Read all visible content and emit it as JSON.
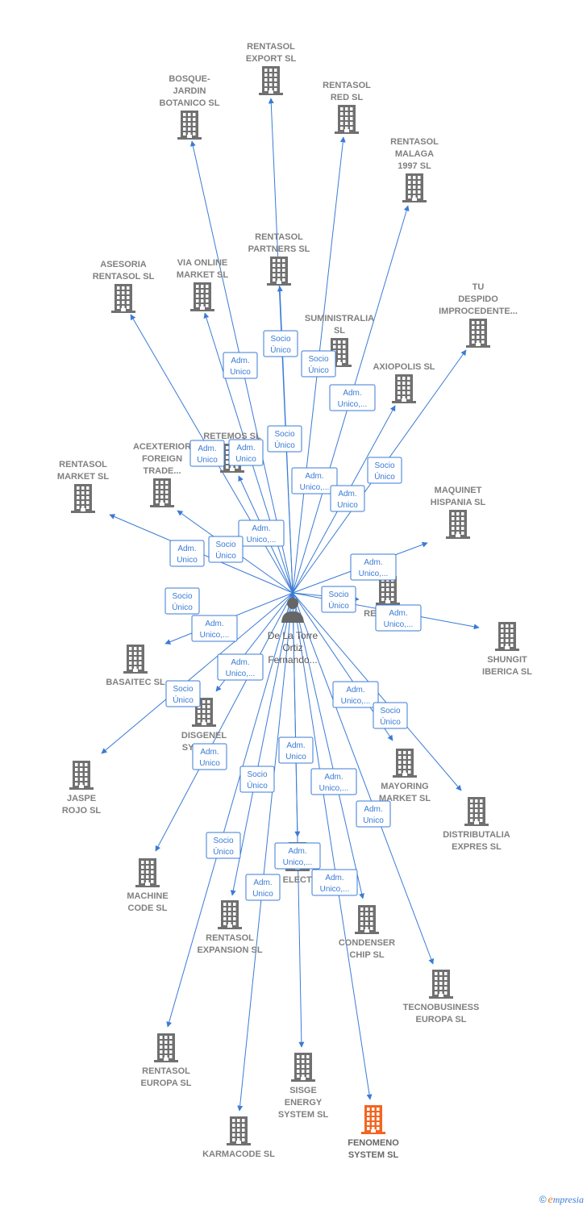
{
  "colors": {
    "edge": "#3a7bd5",
    "building": "#707070",
    "highlight": "#f26522",
    "person": "#666666"
  },
  "center": {
    "name": [
      "De La Torre",
      "Ortiz",
      "Fernando..."
    ],
    "icon": "person-icon"
  },
  "nodes": [
    {
      "id": "rentasol-export",
      "label": [
        "RENTASOL",
        "EXPORT  SL"
      ]
    },
    {
      "id": "bosque-jardin",
      "label": [
        "BOSQUE-",
        "JARDIN",
        "BOTANICO SL"
      ]
    },
    {
      "id": "rentasol-red",
      "label": [
        "RENTASOL",
        "RED  SL"
      ]
    },
    {
      "id": "rentasol-malaga",
      "label": [
        "RENTASOL",
        "MALAGA",
        "1997  SL"
      ]
    },
    {
      "id": "rentasol-partners",
      "label": [
        "RENTASOL",
        "PARTNERS  SL"
      ]
    },
    {
      "id": "asesoria-rentasol",
      "label": [
        "ASESORIA",
        "RENTASOL SL"
      ]
    },
    {
      "id": "via-online",
      "label": [
        "VIA ONLINE",
        "MARKET SL"
      ]
    },
    {
      "id": "tu-despido",
      "label": [
        "TU",
        "DESPIDO",
        "IMPROCEDENTE..."
      ]
    },
    {
      "id": "suministralia",
      "label": [
        "SUMINISTRALIA",
        "SL"
      ]
    },
    {
      "id": "axiopolis",
      "label": [
        "AXIOPOLIS SL"
      ]
    },
    {
      "id": "retemos",
      "label": [
        "RETEMOS  SL"
      ]
    },
    {
      "id": "acexterior",
      "label": [
        "ACEXTERIOR",
        "FOREIGN",
        "TRADE..."
      ]
    },
    {
      "id": "rentasol-market",
      "label": [
        "RENTASOL",
        "MARKET  SL"
      ]
    },
    {
      "id": "maquinet",
      "label": [
        "MAQUINET",
        "HISPANIA  SL"
      ]
    },
    {
      "id": "rentasol-sl",
      "label": [
        "RENTASOL",
        "SL"
      ]
    },
    {
      "id": "shungit",
      "label": [
        "SHUNGIT",
        "IBERICA  SL"
      ]
    },
    {
      "id": "basaitec",
      "label": [
        "BASAITEC  SL"
      ]
    },
    {
      "id": "disgenel",
      "label": [
        "DISGENEL",
        "SYSTEM..."
      ]
    },
    {
      "id": "jaspe-rojo",
      "label": [
        "JASPE",
        "ROJO  SL"
      ]
    },
    {
      "id": "mayoring",
      "label": [
        "MAYORING",
        "MARKET  SL"
      ]
    },
    {
      "id": "distributalia",
      "label": [
        "DISTRIBUTALIA",
        "EXPRES  SL"
      ]
    },
    {
      "id": "machine-code",
      "label": [
        "MACHINE",
        "CODE SL"
      ]
    },
    {
      "id": "electr",
      "label": [
        "TT ELECTR..."
      ]
    },
    {
      "id": "rentasol-expansion",
      "label": [
        "RENTASOL",
        "EXPANSION  SL"
      ]
    },
    {
      "id": "condenser",
      "label": [
        "CONDENSER",
        "CHIP SL"
      ]
    },
    {
      "id": "tecnobusiness",
      "label": [
        "TECNOBUSINESS",
        "EUROPA SL"
      ]
    },
    {
      "id": "rentasol-europa",
      "label": [
        "RENTASOL",
        "EUROPA  SL"
      ]
    },
    {
      "id": "sisge",
      "label": [
        "SISGE",
        "ENERGY",
        "SYSTEM  SL"
      ]
    },
    {
      "id": "karmacode",
      "label": [
        "KARMACODE SL"
      ]
    },
    {
      "id": "fenomeno",
      "label": [
        "FENOMENO",
        "SYSTEM  SL"
      ],
      "highlight": true
    }
  ],
  "edge_labels": [
    [
      "Socio",
      "Único"
    ],
    [
      "Adm.",
      "Unico"
    ],
    [
      "Socio",
      "Único"
    ],
    [
      "Adm.",
      "Unico,..."
    ],
    [
      "Socio",
      "Único"
    ],
    [
      "Adm.",
      "Unico"
    ],
    [
      "Adm.",
      "Unico"
    ],
    [
      "Adm.",
      "Unico,..."
    ],
    [
      "Socio",
      "Único"
    ],
    [
      "Adm.",
      "Unico"
    ],
    [
      "Adm.",
      "Unico,..."
    ],
    [
      "Socio",
      "Único"
    ],
    [
      "Adm.",
      "Unico"
    ],
    [
      "Adm.",
      "Unico,..."
    ],
    [
      "Socio",
      "Único"
    ],
    [
      "Adm.",
      "Unico,..."
    ],
    [
      "Socio",
      "Único"
    ],
    [
      "Adm.",
      "Unico,..."
    ],
    [
      "Adm.",
      "Unico,..."
    ],
    [
      "Adm.",
      "Unico,..."
    ],
    [
      "Socio",
      "Único"
    ],
    [
      "Socio",
      "Único"
    ],
    [
      "Adm.",
      "Unico"
    ],
    [
      "Adm.",
      "Unico"
    ],
    [
      "Socio",
      "Único"
    ],
    [
      "Adm.",
      "Unico,..."
    ],
    [
      "Adm.",
      "Unico"
    ],
    [
      "Socio",
      "Único"
    ],
    [
      "Adm.",
      "Unico,..."
    ],
    [
      "Adm.",
      "Unico"
    ],
    [
      "Adm.",
      "Unico,..."
    ]
  ],
  "footer": {
    "copyright": "©",
    "brand_initial": "e",
    "brand_rest": "mpresia"
  }
}
